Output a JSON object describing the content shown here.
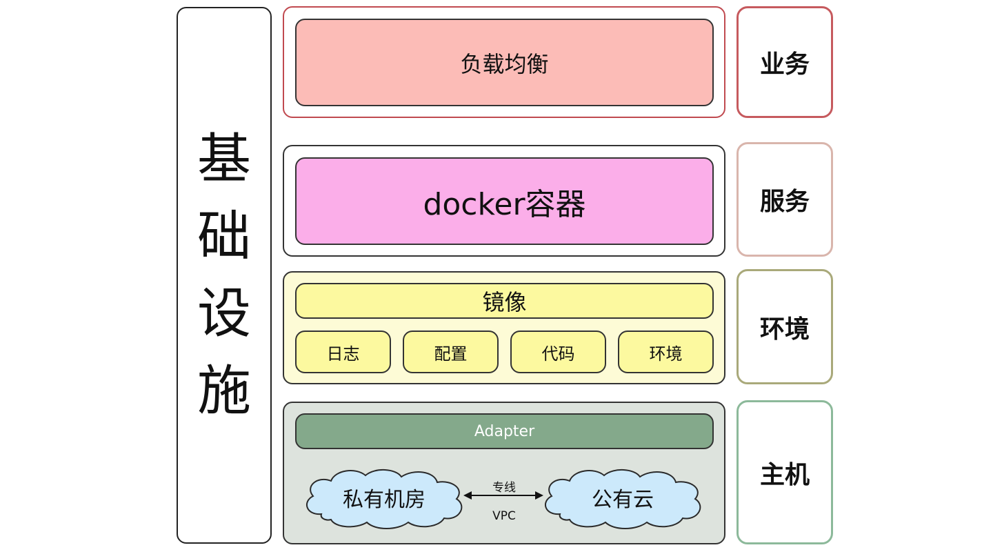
{
  "infrastructure": {
    "chars": [
      "基",
      "础",
      "设",
      "施"
    ]
  },
  "layers": {
    "business": {
      "main": "负载均衡",
      "label": "业务"
    },
    "service": {
      "main": "docker容器",
      "label": "服务"
    },
    "environment": {
      "main": "镜像",
      "subs": [
        "日志",
        "配置",
        "代码",
        "环境"
      ],
      "label": "环境"
    },
    "host": {
      "adapter": "Adapter",
      "private_room": "私有机房",
      "public_cloud": "公有云",
      "link_top": "专线",
      "link_bottom": "VPC",
      "label": "主机"
    }
  },
  "colors": {
    "business_border": "#c0494f",
    "load_balance_fill": "#fcbcb7",
    "docker_fill": "#fbaee9",
    "env_fill": "#fdfbd6",
    "env_inner_fill": "#fcf99f",
    "host_fill": "#dde3dd",
    "adapter_fill": "#84a98b",
    "cloud_fill": "#cce9fb"
  }
}
